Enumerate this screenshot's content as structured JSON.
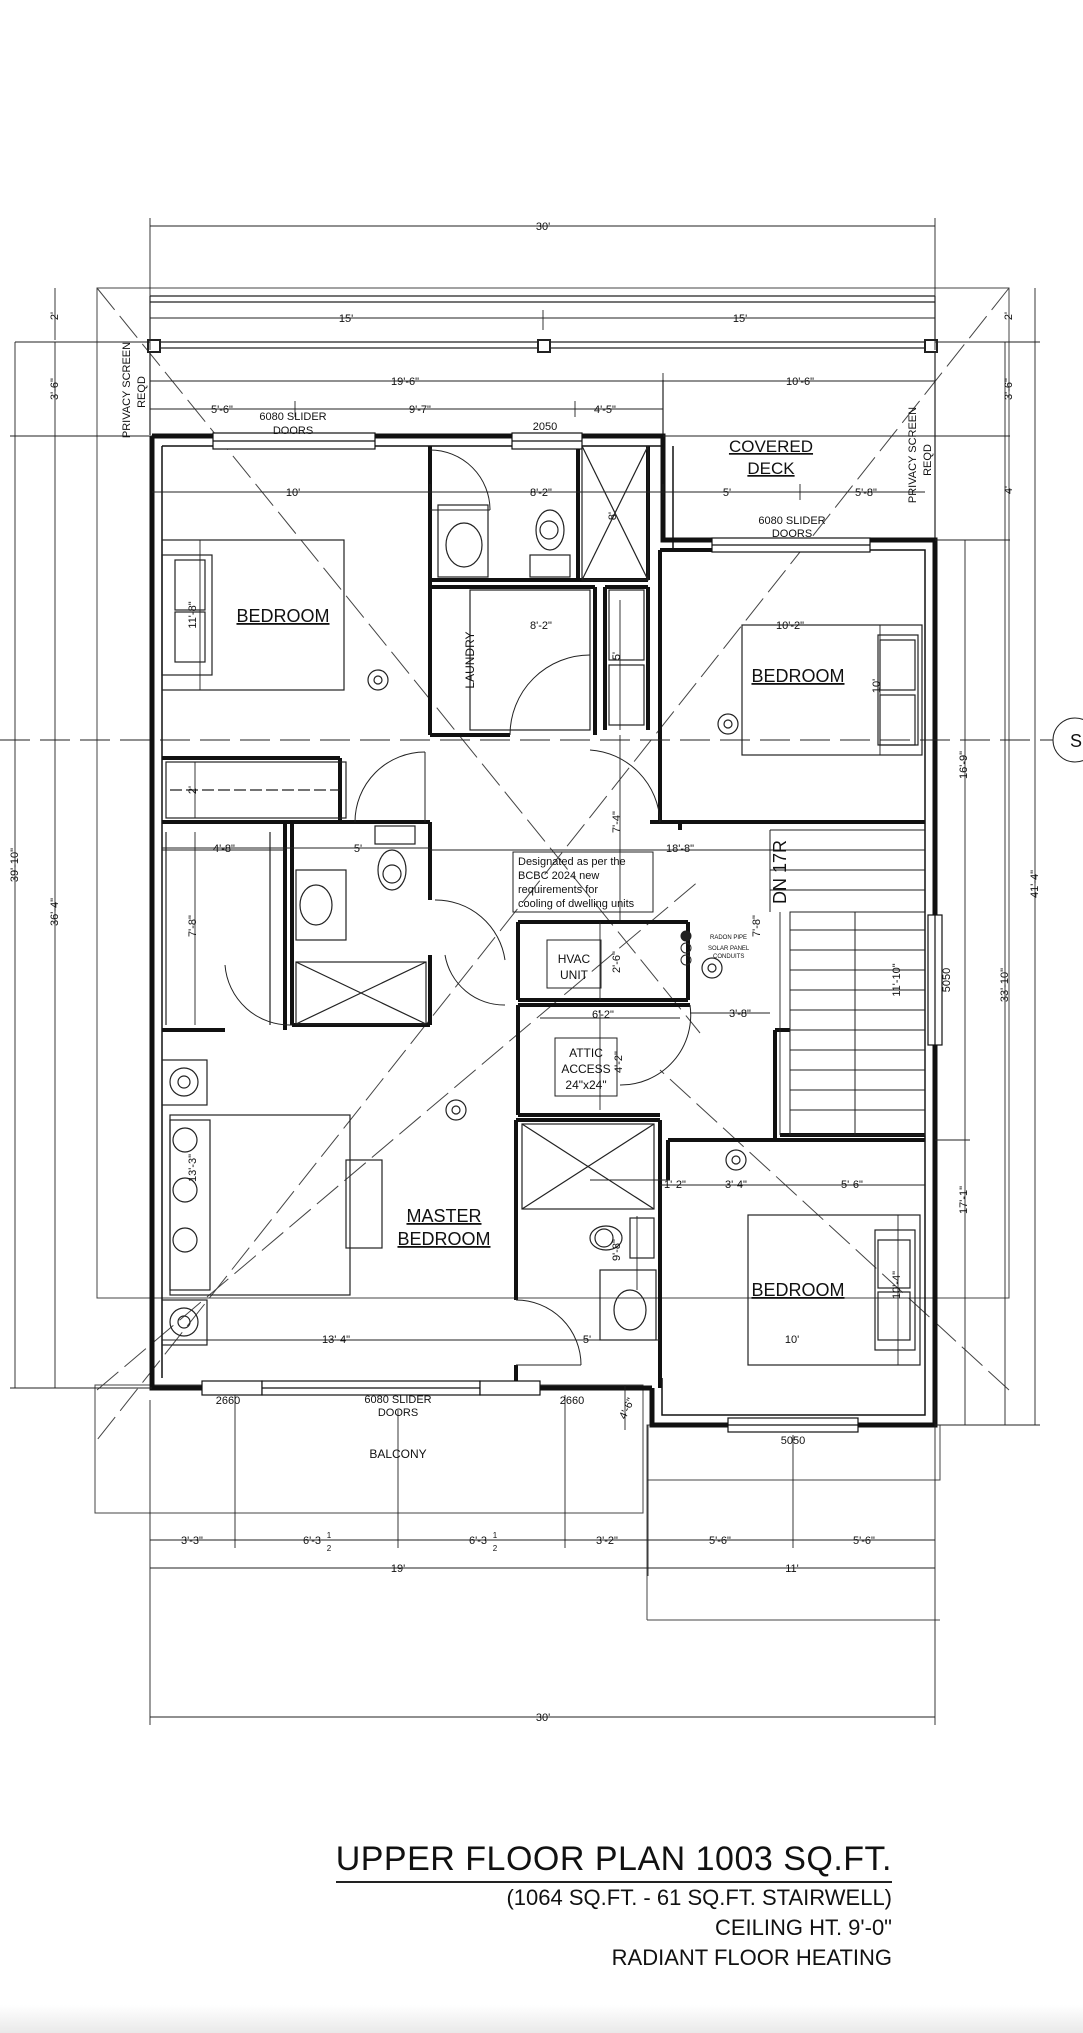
{
  "title": {
    "main": "UPPER FLOOR PLAN 1003 SQ.FT.",
    "line1": "(1064 SQ.FT. - 61 SQ.FT. STAIRWELL)",
    "line2": "CEILING HT. 9'-0\"",
    "line3": "RADIANT FLOOR HEATING"
  },
  "rooms": {
    "bedroom_a": "BEDROOM",
    "bedroom_b": "BEDROOM",
    "bedroom_c": "BEDROOM",
    "master_1": "MASTER",
    "master_2": "BEDROOM",
    "covered_deck_1": "COVERED",
    "covered_deck_2": "DECK",
    "laundry": "LAUNDRY",
    "balcony": "BALCONY",
    "hvac_1": "HVAC",
    "hvac_2": "UNIT",
    "attic_1": "ATTIC",
    "attic_2": "ACCESS",
    "attic_3": "24\"x24\""
  },
  "notes": {
    "privacy_left_1": "PRIVACY SCREEN",
    "privacy_left_2": "REQD",
    "privacy_right_1": "PRIVACY SCREEN",
    "privacy_right_2": "REQD",
    "slider_top_1": "6080 SLIDER",
    "slider_top_2": "DOORS",
    "slider_deck_1": "6080 SLIDER",
    "slider_deck_2": "DOORS",
    "slider_bottom_1": "6080 SLIDER",
    "slider_bottom_2": "DOORS",
    "window_2050": "2050",
    "window_2660_left": "2660",
    "window_2660_right": "2660",
    "window_5050_bottom": "5050",
    "window_5050_side": "5050",
    "stair": "DN 17R",
    "bcbc_1": "Designated as per the",
    "bcbc_2": "BCBC 2024 new",
    "bcbc_3": "requirements for",
    "bcbc_4": "cooling of dwelling units",
    "radon": "RADON PIPE",
    "solar_1": "SOLAR PANEL",
    "solar_2": "CONDUITS",
    "section_marker": "S"
  },
  "dimensions": {
    "top_overall": "30'",
    "top_half_left": "15'",
    "top_half_right": "15'",
    "top_19_6": "19'-6\"",
    "top_10_6": "10'-6\"",
    "top_5_6": "5'-6\"",
    "top_9_7": "9'-7\"",
    "top_4_5": "4'-5\"",
    "d_10": "10'",
    "d_8_2a": "8'-2\"",
    "d_5a": "5'",
    "d_5_8": "5'-8\"",
    "d_11_8": "11'-8\"",
    "d_8_2b": "8'-2\"",
    "d_10_2": "10'-2\"",
    "d_5b": "5'",
    "d_8": "8'",
    "d_2": "2'",
    "d_7_4": "7'-4\"",
    "d_18_8": "18'-8\"",
    "d_4_8": "4'-8\"",
    "d_5c": "5'",
    "d_7_8a": "7'-8\"",
    "d_7_8b": "7'-8\"",
    "d_2_6": "2'-6\"",
    "d_6_2": "6'-2\"",
    "d_3_8": "3'-8\"",
    "d_4_2": "4'-2\"",
    "d_11_10": "11'-10\"",
    "d_16_9": "16'-9\"",
    "d_10_0": "10'",
    "d_13_3": "13'-3\"",
    "d_1_2": "1'-2\"",
    "d_3_4": "3'-4\"",
    "d_5_6a": "5'-6\"",
    "d_9_8": "9'-8\"",
    "d_10_4": "10'-4\"",
    "d_17_1": "17'-1\"",
    "d_13_4": "13'-4\"",
    "d_5d": "5'",
    "d_10b": "10'",
    "d_4_6": "4'-6\"",
    "left_2": "2'",
    "left_3_6": "3'-6\"",
    "left_39_10": "39'-10\"",
    "left_36_4": "36'-4\"",
    "right_2": "2'",
    "right_3_6": "3'-6\"",
    "right_4": "4'",
    "right_41_4": "41'-4\"",
    "right_33_10": "33'-10\"",
    "bot_3_3": "3'-3\"",
    "bot_6_3a": "6'-3",
    "bot_6_3b": "6'-3",
    "frac_top": "1",
    "frac_bottom": "2",
    "bot_3_2": "3'-2\"",
    "bot_5_6a": "5'-6\"",
    "bot_5_6b": "5'-6\"",
    "bot_19": "19'",
    "bot_11": "11'",
    "bot_30": "30'"
  }
}
